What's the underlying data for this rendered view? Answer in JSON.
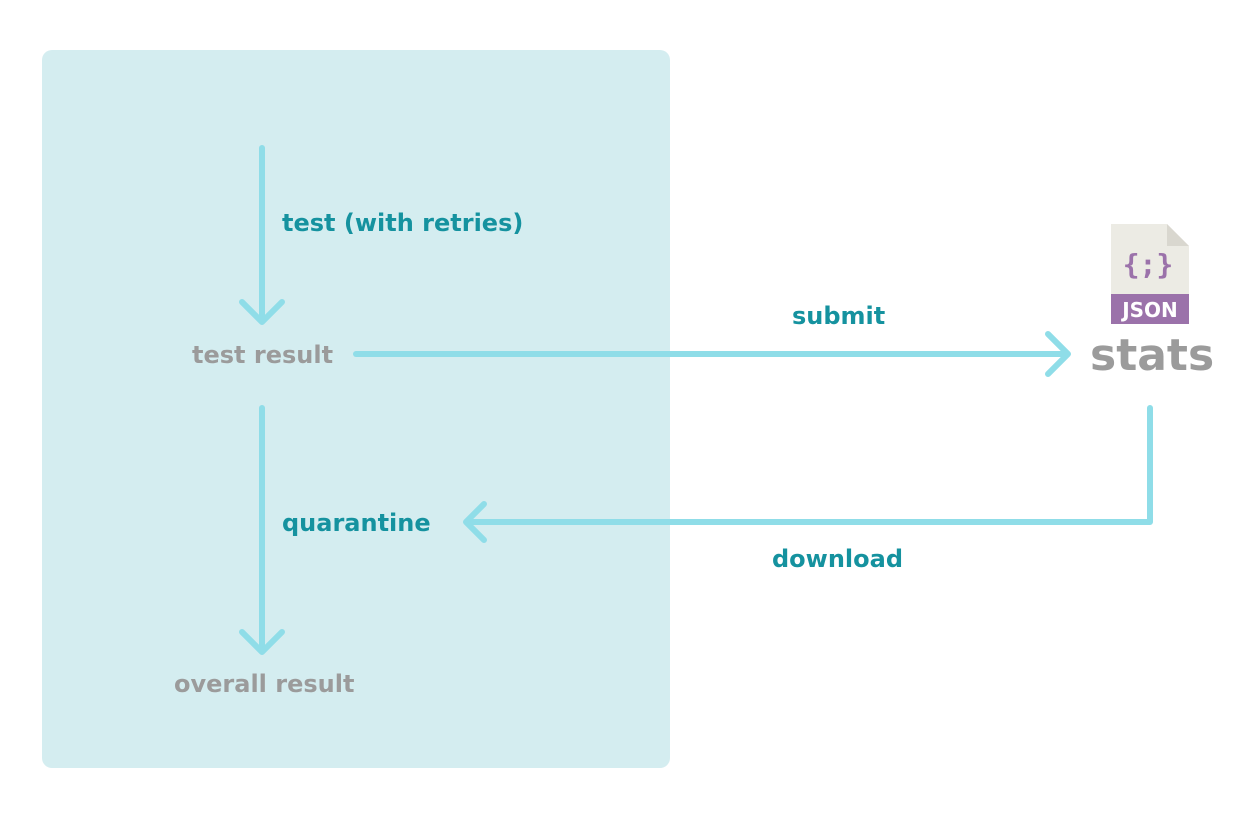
{
  "colors": {
    "panel_background": "#d4edf0",
    "arrow": "#8fdde8",
    "action_text": "#15929f",
    "node_text": "#9b9b9b",
    "json_badge": "#9b72aa",
    "file_page": "#ecebe4",
    "file_fold": "#d9d7cf"
  },
  "nodes": {
    "test_result": "test result",
    "overall_result": "overall result",
    "stats": "stats"
  },
  "actions": {
    "test_with_retries": "test (with retries)",
    "quarantine": "quarantine",
    "submit": "submit",
    "download": "download"
  },
  "json_file_icon": {
    "braces": "{;}",
    "badge": "JSON"
  }
}
